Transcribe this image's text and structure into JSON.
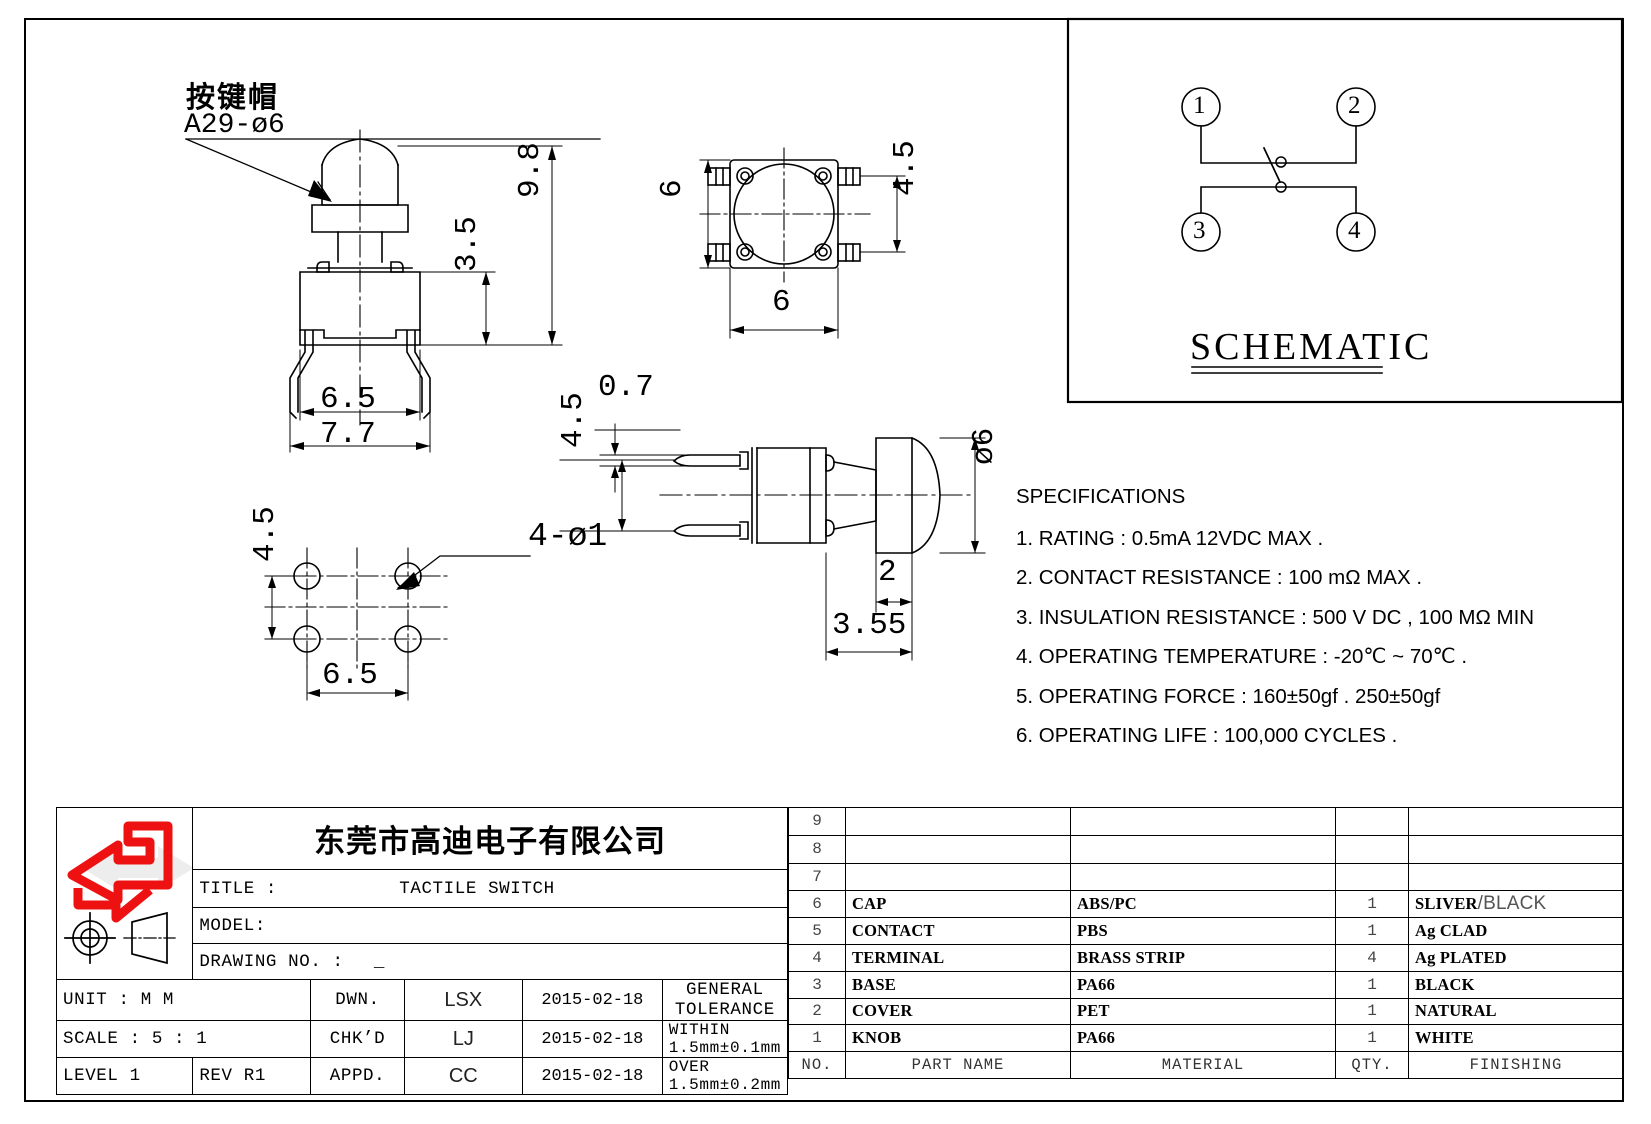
{
  "drawing": {
    "views": {
      "front": {
        "callout_cn": "按键帽",
        "callout_code": "A29-ø6",
        "dim_height_total": "9.8",
        "dim_body_height": "3.5",
        "dim_body_width": "6.5",
        "dim_overall_width": "7.7"
      },
      "top": {
        "dim_width": "6",
        "dim_depth": "6",
        "dim_pitch": "4.5"
      },
      "footprint": {
        "hole_callout": "4-ø1",
        "dim_vertical": "4.5",
        "dim_horizontal": "6.5"
      },
      "side": {
        "dim_lead_thickness": "0.7",
        "dim_lead_span": "4.5",
        "dim_cap_diameter": "ø6",
        "dim_cap_height": "2",
        "dim_body_depth": "3.55"
      }
    },
    "schematic": {
      "title": "SCHEMATIC",
      "pins": [
        "1",
        "2",
        "3",
        "4"
      ]
    },
    "specifications": {
      "heading": "SPECIFICATIONS",
      "items": [
        "1. RATING : 0.5mA 12VDC MAX .",
        "2. CONTACT RESISTANCE : 100 mΩ MAX .",
        "3. INSULATION RESISTANCE : 500 V DC , 100 MΩ MIN",
        "4. OPERATING TEMPERATURE : -20℃ ~ 70℃ .",
        "5. OPERATING FORCE : 160±50gf . 250±50gf",
        "6. OPERATING LIFE : 100,000 CYCLES ."
      ]
    }
  },
  "title_block": {
    "company": "东莞市高迪电子有限公司",
    "title_label": "TITLE :",
    "title_value": "TACTILE SWITCH",
    "model_label": "MODEL:",
    "model_value": "",
    "drawing_no_label": "DRAWING NO.  :",
    "drawing_no_value": "_",
    "unit_label": "UNIT    :    M M",
    "scale_label": "SCALE  :   5 : 1",
    "level_label": "LEVEL 1",
    "rev_label": "REV  R1",
    "dwn_label": "DWN.",
    "dwn_value": "LSX",
    "dwn_date": "2015-02-18",
    "chkd_label": "CHK’D",
    "chkd_value": "LJ",
    "chkd_date": "2015-02-18",
    "appd_label": "APPD.",
    "appd_value": "CC",
    "appd_date": "2015-02-18",
    "tolerance_header": "GENERAL  TOLERANCE",
    "tolerance_within": "WITHIN  1.5mm±0.1mm",
    "tolerance_over": "OVER    1.5mm±0.2mm",
    "logo_name": "gaodi-arrow-logo",
    "projection_symbol": "first-angle-projection"
  },
  "bom": {
    "headers": {
      "no": "NO.",
      "part_name": "PART   NAME",
      "material": "MATERIAL",
      "qty": "QTY.",
      "finishing": "FINISHING"
    },
    "rows": [
      {
        "no": "9",
        "part_name": "",
        "material": "",
        "qty": "",
        "finishing": "",
        "finishing_alt": ""
      },
      {
        "no": "8",
        "part_name": "",
        "material": "",
        "qty": "",
        "finishing": "",
        "finishing_alt": ""
      },
      {
        "no": "7",
        "part_name": "",
        "material": "",
        "qty": "",
        "finishing": "",
        "finishing_alt": ""
      },
      {
        "no": "6",
        "part_name": "CAP",
        "material": "ABS/PC",
        "qty": "1",
        "finishing": "SLIVER",
        "finishing_alt": "/BLACK"
      },
      {
        "no": "5",
        "part_name": "CONTACT",
        "material": "PBS",
        "qty": "1",
        "finishing": "Ag CLAD",
        "finishing_alt": ""
      },
      {
        "no": "4",
        "part_name": "TERMINAL",
        "material": "BRASS STRIP",
        "qty": "4",
        "finishing": "Ag PLATED",
        "finishing_alt": ""
      },
      {
        "no": "3",
        "part_name": "BASE",
        "material": "PA66",
        "qty": "1",
        "finishing": "BLACK",
        "finishing_alt": ""
      },
      {
        "no": "2",
        "part_name": "COVER",
        "material": "PET",
        "qty": "1",
        "finishing": "NATURAL",
        "finishing_alt": ""
      },
      {
        "no": "1",
        "part_name": "KNOB",
        "material": "PA66",
        "qty": "1",
        "finishing": "WHITE",
        "finishing_alt": ""
      }
    ]
  },
  "colors": {
    "line": "#000000",
    "logo_red": "#ee1111",
    "thin_line": "#555555"
  }
}
